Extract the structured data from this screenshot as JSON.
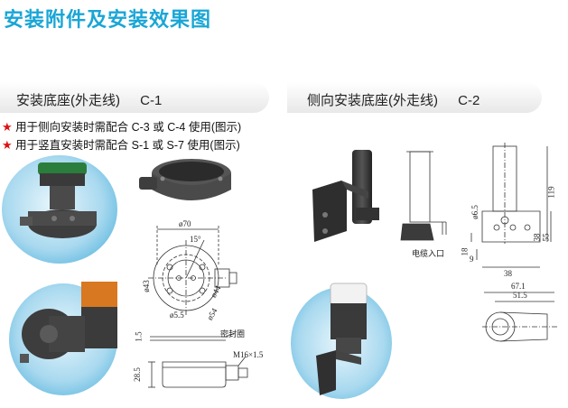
{
  "page": {
    "title": "安装附件及安装效果图"
  },
  "c1": {
    "header": "安装底座(外走线)",
    "code": "C-1",
    "notes": [
      {
        "star": "★",
        "text": "用于侧向安装时需配合 C-3 或 C-4 使用(图示)"
      },
      {
        "star": "★",
        "text": "用于竖直安装时需配合 S-1 或 S-7 使用(图示)"
      }
    ],
    "dims": {
      "phi70": "ø70",
      "angle": "15°",
      "phi43": "ø43",
      "phi44": "ø44",
      "phi55": "ø5.5",
      "phi54": "ø54",
      "h15": "1.5",
      "seal": "密封圈",
      "thread": "M16×1.5",
      "h285": "28.5"
    }
  },
  "c2": {
    "header": "侧向安装底座(外走线)",
    "code": "C-2",
    "dims": {
      "cable": "电缆入口",
      "phi65": "ø6.5",
      "h119": "119",
      "h55": "55",
      "h38": "38",
      "h18": "18",
      "h9": "9",
      "w38": "38",
      "w671": "67.1",
      "w515": "51.5"
    }
  }
}
